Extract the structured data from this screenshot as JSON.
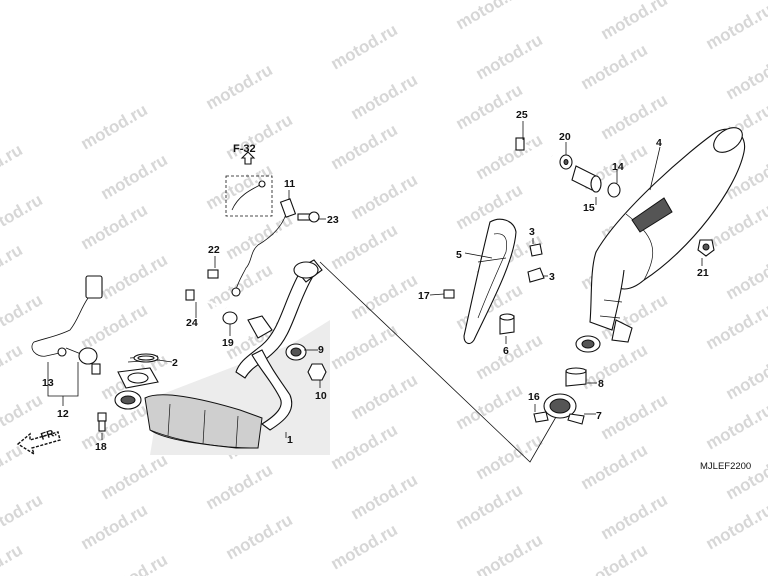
{
  "watermark": {
    "text": "motod.ru"
  },
  "diagram": {
    "code": "MJLEF2200",
    "ref_box": "F-32",
    "front_arrow": "FR."
  },
  "parts": [
    {
      "id": "p1",
      "label": "1"
    },
    {
      "id": "p2",
      "label": "2"
    },
    {
      "id": "p3a",
      "label": "3"
    },
    {
      "id": "p3b",
      "label": "3"
    },
    {
      "id": "p4",
      "label": "4"
    },
    {
      "id": "p5",
      "label": "5"
    },
    {
      "id": "p6",
      "label": "6"
    },
    {
      "id": "p7",
      "label": "7"
    },
    {
      "id": "p8",
      "label": "8"
    },
    {
      "id": "p9",
      "label": "9"
    },
    {
      "id": "p10",
      "label": "10"
    },
    {
      "id": "p11",
      "label": "11"
    },
    {
      "id": "p12",
      "label": "12"
    },
    {
      "id": "p13",
      "label": "13"
    },
    {
      "id": "p14",
      "label": "14"
    },
    {
      "id": "p15",
      "label": "15"
    },
    {
      "id": "p16",
      "label": "16"
    },
    {
      "id": "p17",
      "label": "17"
    },
    {
      "id": "p18",
      "label": "18"
    },
    {
      "id": "p19",
      "label": "19"
    },
    {
      "id": "p20",
      "label": "20"
    },
    {
      "id": "p21",
      "label": "21"
    },
    {
      "id": "p22",
      "label": "22"
    },
    {
      "id": "p23",
      "label": "23"
    },
    {
      "id": "p24",
      "label": "24"
    },
    {
      "id": "p25",
      "label": "25"
    }
  ]
}
